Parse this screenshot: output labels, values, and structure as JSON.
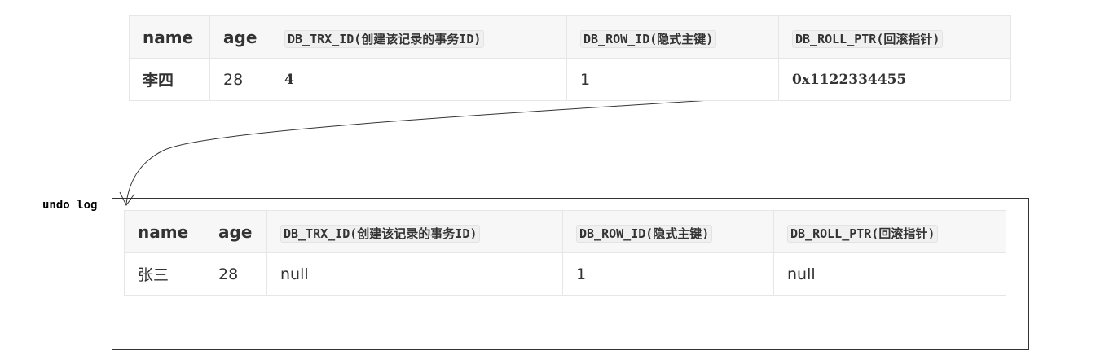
{
  "current_record": {
    "headers": [
      "name",
      "age",
      "DB_TRX_ID(创建该记录的事务ID)",
      "DB_ROW_ID(隐式主键)",
      "DB_ROLL_PTR(回滚指针)"
    ],
    "row": [
      "李四",
      "28",
      "4",
      "1",
      "0x1122334455"
    ]
  },
  "undo_log": {
    "label": "undo log",
    "headers": [
      "name",
      "age",
      "DB_TRX_ID(创建该记录的事务ID)",
      "DB_ROW_ID(隐式主键)",
      "DB_ROLL_PTR(回滚指针)"
    ],
    "row": [
      "张三",
      "28",
      "null",
      "1",
      "null"
    ]
  },
  "colors": {
    "header_bg": "#f7f7f7",
    "border": "#e6e6e6",
    "text": "#333333",
    "line": "#333333"
  }
}
